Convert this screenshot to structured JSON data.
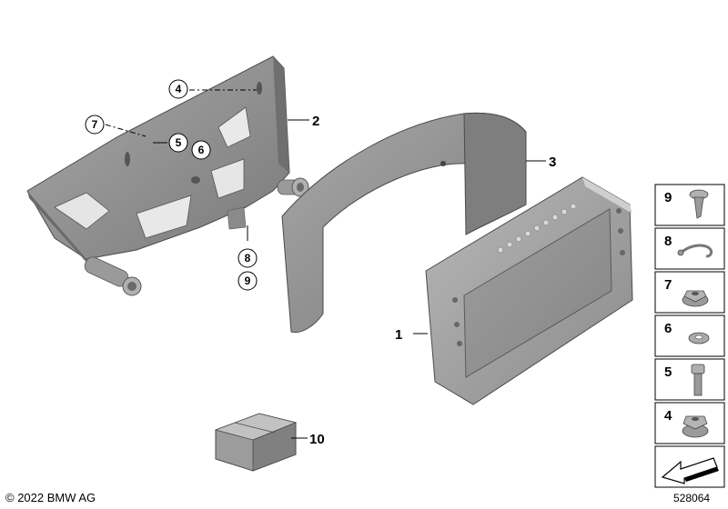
{
  "callouts": {
    "c1": "1",
    "c2": "2",
    "c3": "3",
    "c4": "4",
    "c5": "5",
    "c6": "6",
    "c7": "7",
    "c8": "8",
    "c9": "9",
    "c10": "10"
  },
  "side_panel": {
    "items": [
      {
        "number": "9",
        "part": "screw"
      },
      {
        "number": "8",
        "part": "cable-clip"
      },
      {
        "number": "7",
        "part": "flange-nut"
      },
      {
        "number": "6",
        "part": "washer"
      },
      {
        "number": "5",
        "part": "hex-socket-screw"
      },
      {
        "number": "4",
        "part": "collar-nut"
      }
    ]
  },
  "footer": {
    "copyright": "© 2022 BMW AG",
    "diagram_id": "528064"
  },
  "colors": {
    "part_fill": "#8c8c8c",
    "part_dark": "#6e6e6e",
    "part_light": "#b5b5b5",
    "outline": "#000000"
  }
}
